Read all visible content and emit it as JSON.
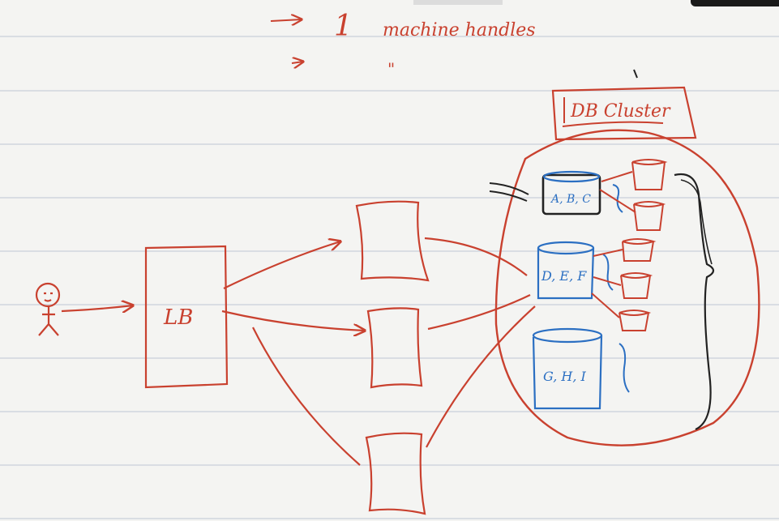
{
  "notes": {
    "line1_number": "1",
    "line1_text": "machine handles",
    "line2_mark": "\""
  },
  "lb_label": "LB",
  "db_cluster_label": "DB Cluster",
  "shards": [
    {
      "label": "A, B, C"
    },
    {
      "label": "D, E, F"
    },
    {
      "label": "G, H, I"
    }
  ],
  "colors": {
    "ink_red": "#c9412f",
    "ink_blue": "#2b6fc2",
    "ink_black": "#222222",
    "ruled_line": "#d9dde3",
    "paper": "#f4f4f2"
  },
  "icons": [
    "user-stick-figure-icon",
    "arrow-icon",
    "bracket-icon"
  ]
}
